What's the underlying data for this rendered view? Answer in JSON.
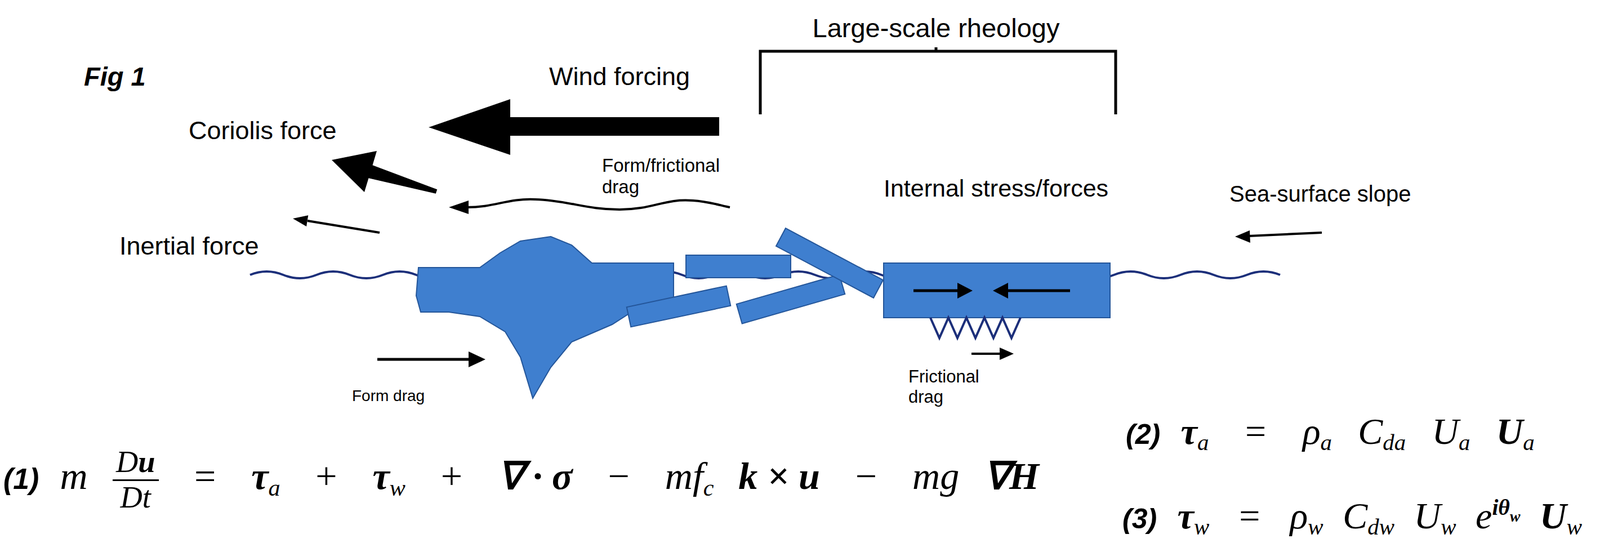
{
  "diagram": {
    "labels": [
      "Large-scale rheology",
      "Fig 1",
      "Wind forcing",
      "Coriolis force",
      "Form/frictional drag",
      "Internal stress/forces",
      "Sea-surface slope",
      "Inertial force",
      "Form drag",
      "Frictional drag",
      "(1)",
      "m",
      "D",
      "u",
      "Dt",
      "=",
      "τ",
      "a",
      "+",
      "τ",
      "w",
      "+",
      "∇ · σ",
      "−",
      "mf",
      "c",
      "k × u",
      "−",
      "mg",
      "∇H",
      "(2)",
      "τ",
      "a",
      "=",
      "ρ",
      "a",
      "C",
      "da",
      "U",
      "a",
      "U",
      "a",
      "(3)",
      "τ",
      "w",
      "=",
      "ρ",
      "w",
      "C",
      "dw",
      "U",
      "w",
      "e",
      "iθ",
      "w",
      "U",
      "w"
    ]
  }
}
